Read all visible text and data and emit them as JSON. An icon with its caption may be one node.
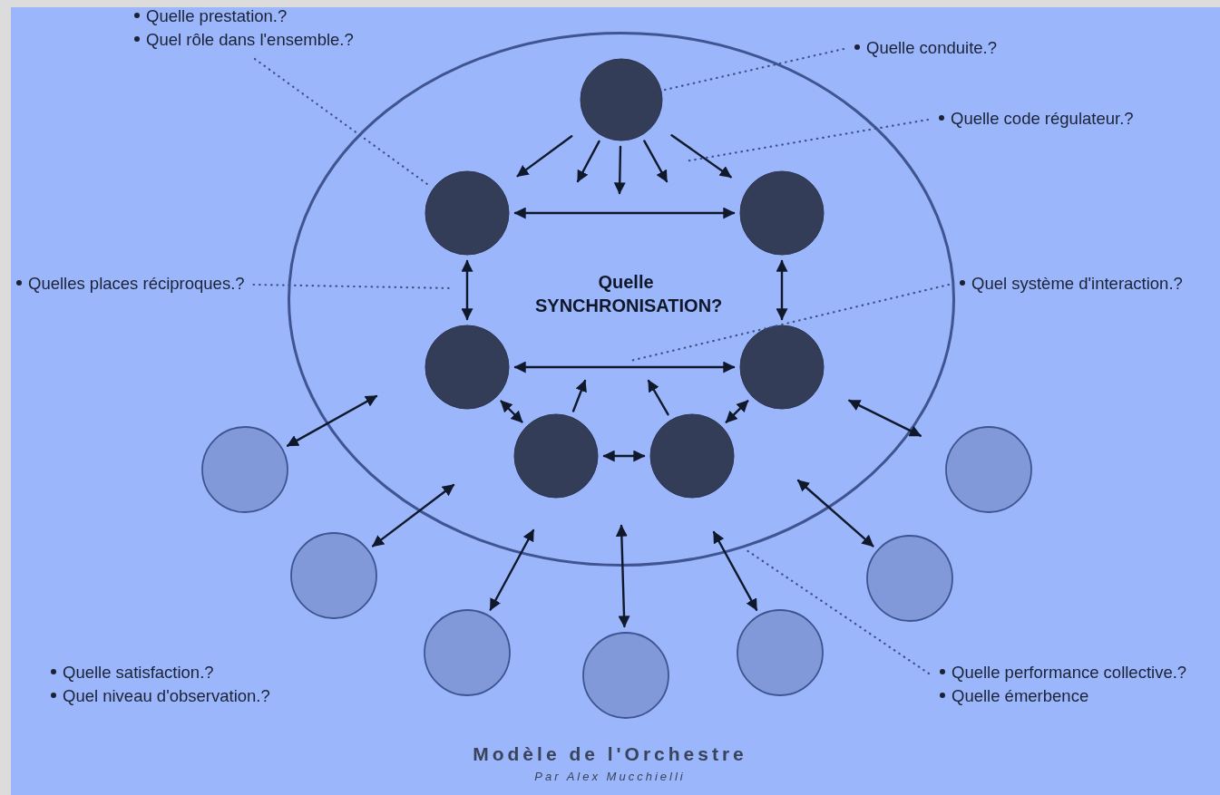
{
  "diagram": {
    "title": "Modèle de l'Orchestre",
    "caption": "Par Alex Mucchielli",
    "nodes": [
      {
        "text": [
          "Quelle SYNCHRONISATION?"
        ]
      },
      {
        "text": [],
        "shape": "circle",
        "in": 0
      },
      {
        "text": [],
        "shape": "circle",
        "in": 0
      },
      {
        "text": [],
        "shape": "circle",
        "in": 0
      },
      {
        "text": [],
        "shape": "circle",
        "in": 0
      },
      {
        "text": [],
        "shape": "circle",
        "in": 0
      },
      {
        "text": [],
        "shape": "circle",
        "in": 0
      },
      {
        "text": [],
        "shape": "circle",
        "in": 0
      },
      {
        "text": [],
        "shape": "circle"
      },
      {
        "text": [],
        "shape": "circle"
      },
      {
        "text": [],
        "shape": "circle"
      },
      {
        "text": [],
        "shape": "circle"
      },
      {
        "text": [],
        "shape": "circle"
      },
      {
        "text": [],
        "shape": "circle"
      },
      {
        "text": [],
        "shape": "circle"
      },
      {
        "text": [
          "Quelle prestation.?",
          "Quel rôle dans l'ensemble.?"
        ]
      },
      {
        "text": [
          "Quelle conduite.?"
        ]
      },
      {
        "text": [
          "Quelle code régulateur.?"
        ]
      },
      {
        "text": [
          "Quelles places réciproques.?"
        ]
      },
      {
        "text": [
          "Quel système d'interaction.?"
        ]
      },
      {
        "text": [
          "Quelle satisfaction.?",
          "Quel niveau d'observation.?"
        ]
      },
      {
        "text": [
          "Quelle performance collective.?",
          "Quelle émerbence"
        ]
      }
    ],
    "edges": [
      {
        "from": 1,
        "to": 2,
        "arrow": "to"
      },
      {
        "from": 1,
        "to": null,
        "arrow": "to"
      },
      {
        "from": 1,
        "to": null,
        "arrow": "to"
      },
      {
        "from": 1,
        "to": null,
        "arrow": "to"
      },
      {
        "from": 1,
        "to": 3,
        "arrow": "to"
      },
      {
        "from": 2,
        "to": 3,
        "arrow": "both"
      },
      {
        "from": 2,
        "to": 4,
        "arrow": "both"
      },
      {
        "from": 3,
        "to": 5,
        "arrow": "both"
      },
      {
        "from": 4,
        "to": 5,
        "arrow": "both"
      },
      {
        "from": 4,
        "to": 6,
        "arrow": "both"
      },
      {
        "from": 5,
        "to": 7,
        "arrow": "both"
      },
      {
        "from": 6,
        "to": 7,
        "arrow": "both"
      },
      {
        "from": 6,
        "to": null,
        "arrow": "to"
      },
      {
        "from": 7,
        "to": null,
        "arrow": "to"
      },
      {
        "from": 8,
        "to": 0,
        "arrow": "both"
      },
      {
        "from": 9,
        "to": 0,
        "arrow": "both"
      },
      {
        "from": 10,
        "to": 0,
        "arrow": "both"
      },
      {
        "from": 11,
        "to": 0,
        "arrow": "both"
      },
      {
        "from": 12,
        "to": 0,
        "arrow": "both"
      },
      {
        "from": 13,
        "to": 0,
        "arrow": "both"
      },
      {
        "from": 14,
        "to": 5,
        "arrow": "both"
      },
      {
        "from": 15,
        "to": 2,
        "arrow": "none",
        "style": "dashed",
        "color": "#3f5088"
      },
      {
        "from": 16,
        "to": 1,
        "arrow": "none",
        "style": "dashed",
        "color": "#3f5088"
      },
      {
        "from": 17,
        "to": null,
        "arrow": "none",
        "style": "dashed",
        "color": "#3f5088"
      },
      {
        "from": 18,
        "to": null,
        "arrow": "none",
        "style": "dashed",
        "color": "#3f5088"
      },
      {
        "from": 19,
        "to": null,
        "arrow": "none",
        "style": "dashed",
        "color": "#3f5088"
      },
      {
        "from": 21,
        "to": 0,
        "arrow": "none",
        "style": "dashed",
        "color": "#3f5088"
      }
    ]
  }
}
